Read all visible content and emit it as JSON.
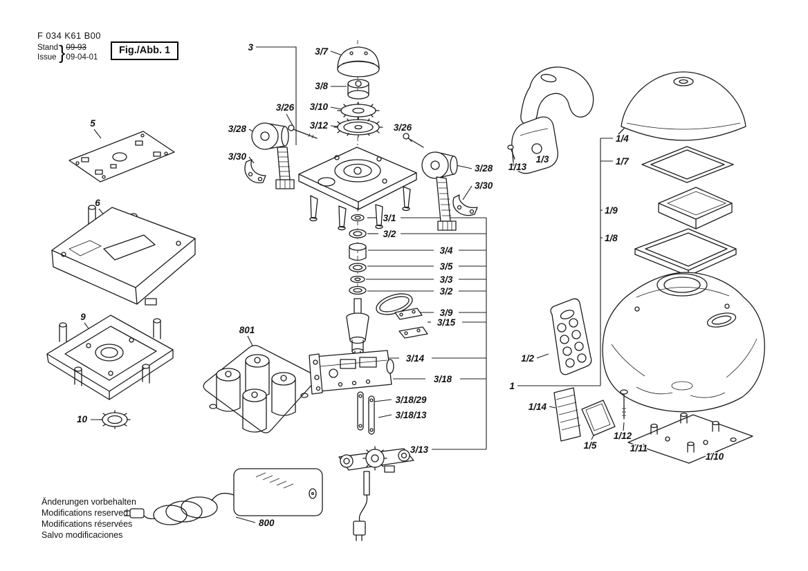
{
  "header": {
    "part_number": "F 034 K61 B00",
    "stand_label": "Stand",
    "stand_value": "09-93",
    "issue_label": "Issue",
    "issue_value": "09-04-01",
    "brace": "}",
    "figure_label": "Fig./Abb. 1"
  },
  "footer": {
    "lines": [
      "Änderungen vorbehalten",
      "Modifications reserved",
      "Modifications réservées",
      "Salvo modificaciones"
    ]
  },
  "colors": {
    "ink": "#1a1a1a",
    "paper": "#ffffff"
  },
  "callouts": [
    {
      "id": "3",
      "text": "3"
    },
    {
      "id": "3-7",
      "text": "3/7"
    },
    {
      "id": "3-8",
      "text": "3/8"
    },
    {
      "id": "3-10",
      "text": "3/10"
    },
    {
      "id": "3-12",
      "text": "3/12"
    },
    {
      "id": "3-26-left",
      "text": "3/26"
    },
    {
      "id": "3-28-left",
      "text": "3/28"
    },
    {
      "id": "3-30-left",
      "text": "3/30"
    },
    {
      "id": "3-26-right",
      "text": "3/26"
    },
    {
      "id": "3-28-right",
      "text": "3/28"
    },
    {
      "id": "3-30-right",
      "text": "3/30"
    },
    {
      "id": "5",
      "text": "5"
    },
    {
      "id": "6",
      "text": "6"
    },
    {
      "id": "9",
      "text": "9"
    },
    {
      "id": "10",
      "text": "10"
    },
    {
      "id": "801",
      "text": "801"
    },
    {
      "id": "800",
      "text": "800"
    },
    {
      "id": "3-1",
      "text": "3/1"
    },
    {
      "id": "3-2-upper",
      "text": "3/2"
    },
    {
      "id": "3-4",
      "text": "3/4"
    },
    {
      "id": "3-5",
      "text": "3/5"
    },
    {
      "id": "3-3",
      "text": "3/3"
    },
    {
      "id": "3-2-lower",
      "text": "3/2"
    },
    {
      "id": "3-9",
      "text": "3/9"
    },
    {
      "id": "3-15",
      "text": "3/15"
    },
    {
      "id": "3-14",
      "text": "3/14"
    },
    {
      "id": "3-18",
      "text": "3/18"
    },
    {
      "id": "3-18-29",
      "text": "3/18/29"
    },
    {
      "id": "3-18-13",
      "text": "3/18/13"
    },
    {
      "id": "3-13",
      "text": "3/13"
    },
    {
      "id": "1-4",
      "text": "1/4"
    },
    {
      "id": "1-13",
      "text": "1/13"
    },
    {
      "id": "1-3",
      "text": "1/3"
    },
    {
      "id": "1-7",
      "text": "1/7"
    },
    {
      "id": "1-9",
      "text": "1/9"
    },
    {
      "id": "1-8",
      "text": "1/8"
    },
    {
      "id": "1-2",
      "text": "1/2"
    },
    {
      "id": "1",
      "text": "1"
    },
    {
      "id": "1-14",
      "text": "1/14"
    },
    {
      "id": "1-5",
      "text": "1/5"
    },
    {
      "id": "1-12",
      "text": "1/12"
    },
    {
      "id": "1-11",
      "text": "1/11"
    },
    {
      "id": "1-10",
      "text": "1/10"
    }
  ]
}
